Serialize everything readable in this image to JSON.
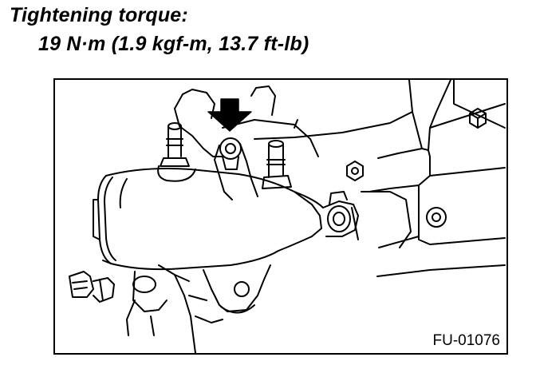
{
  "spec": {
    "heading": "Tightening torque:",
    "value": "19 N·m (1.9 kgf-m, 13.7 ft-lb)"
  },
  "figure": {
    "code": "FU-01076",
    "icons": [
      "arrow-down-icon",
      "bolt-icon"
    ]
  }
}
